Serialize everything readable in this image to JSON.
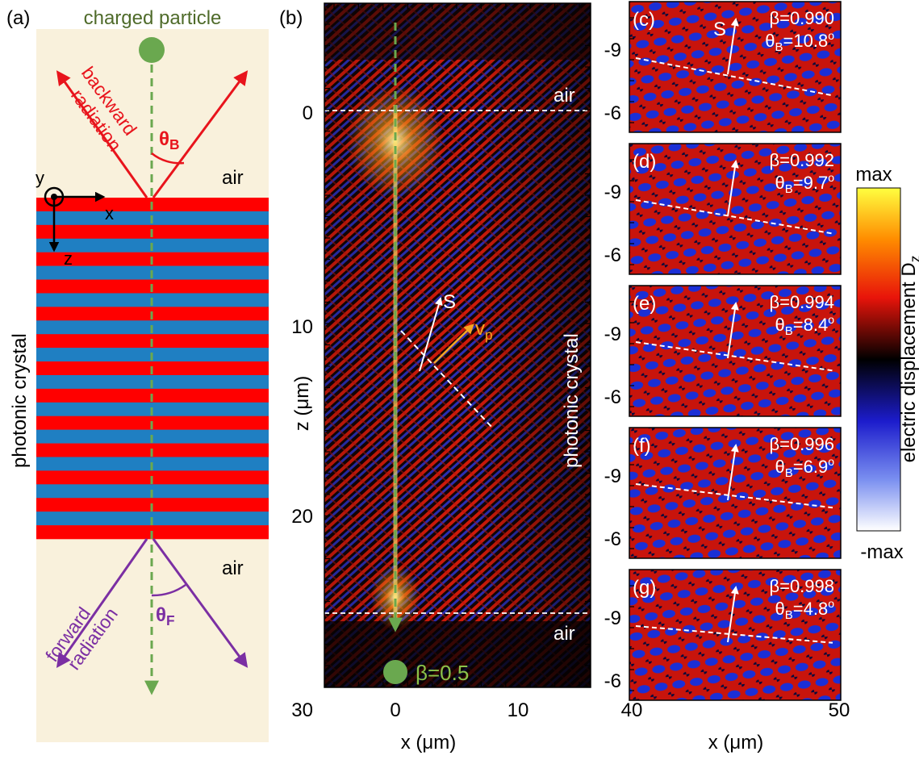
{
  "panel_a": {
    "label": "(a)",
    "particle_label": "charged particle",
    "backward_label_1": "backward",
    "backward_label_2": "radiation",
    "theta_b": "θ",
    "theta_b_sub": "B",
    "air_top": "air",
    "axis_y": "y",
    "axis_x": "x",
    "axis_z": "z",
    "crystal_label": "photonic crystal",
    "air_bottom": "air",
    "forward_label_1": "forward",
    "forward_label_2": "radiation",
    "theta_f": "θ",
    "theta_f_sub": "F",
    "stripe_count": 25,
    "colors": {
      "background": "#f9f1dc",
      "stripe_red": "#ff0000",
      "stripe_blue": "#1f7fc2",
      "particle": "#6aa84f",
      "backward": "#e8141c",
      "forward": "#7b2fa3"
    }
  },
  "panel_b": {
    "label": "(b)",
    "air_top": "air",
    "air_bottom": "air",
    "crystal_label": "photonic crystal",
    "s_label": "S",
    "vp_label": "v",
    "vp_sub": "p",
    "beta_label": "β=0.5",
    "xlabel": "x (μm)",
    "ylabel": "z (μm)",
    "x_ticks": [
      "0",
      "10"
    ],
    "z_ticks": [
      "0",
      "10",
      "20",
      "30"
    ]
  },
  "subpanels": [
    {
      "label": "(c)",
      "beta": "β=0.990",
      "theta_prefix": "θ",
      "theta_sub": "B",
      "theta_value": "=10.8",
      "deg": "o",
      "s_label": "S",
      "tick_top": "-9",
      "tick_bottom": "-6"
    },
    {
      "label": "(d)",
      "beta": "β=0.992",
      "theta_prefix": "θ",
      "theta_sub": "B",
      "theta_value": "=9.7",
      "deg": "o",
      "s_label": "",
      "tick_top": "-9",
      "tick_bottom": "-6"
    },
    {
      "label": "(e)",
      "beta": "β=0.994",
      "theta_prefix": "θ",
      "theta_sub": "B",
      "theta_value": "=8.4",
      "deg": "o",
      "s_label": "",
      "tick_top": "-9",
      "tick_bottom": "-6"
    },
    {
      "label": "(f)",
      "beta": "β=0.996",
      "theta_prefix": "θ",
      "theta_sub": "B",
      "theta_value": "=6.9",
      "deg": "o",
      "s_label": "",
      "tick_top": "-9",
      "tick_bottom": "-6"
    },
    {
      "label": "(g)",
      "beta": "β=0.998",
      "theta_prefix": "θ",
      "theta_sub": "B",
      "theta_value": "=4.8",
      "deg": "o",
      "s_label": "",
      "tick_top": "-9",
      "tick_bottom": "-6"
    }
  ],
  "right_axis": {
    "xlabel": "x (μm)",
    "x_min_label": "40",
    "x_max_label": "50"
  },
  "colorbar": {
    "max_label": "max",
    "min_label": "-max",
    "title": "electric displacement D",
    "title_sub": "z"
  }
}
